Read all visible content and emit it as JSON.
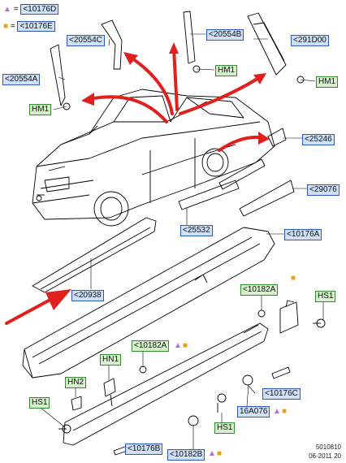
{
  "legend": [
    {
      "symbol": "▲",
      "equals": "=",
      "code": "<10176D"
    },
    {
      "symbol": "■",
      "equals": "=",
      "code": "<10176E"
    }
  ],
  "labels": {
    "p20554C": "<20554C",
    "p20554B": "<20554B",
    "p291D00": "<291D00",
    "p20554A": "<20554A",
    "hm1_a": "HM1",
    "hm1_b": "HM1",
    "hm1_c": "HM1",
    "p25246": "<25246",
    "p29076": "<29076",
    "p25532": "<25532",
    "p10176A": "<10176A",
    "p20938": "<20938",
    "p10182A_top": "<10182A",
    "hs1_a": "HS1",
    "p10182A_mid": "<10182A",
    "hn1": "HN1",
    "hn2": "HN2",
    "hs1_b": "HS1",
    "p10176C": "<10176C",
    "p16A076": "16A076",
    "hs1_c": "HS1",
    "p10176B": "<10176B",
    "p10182B": "<10182B"
  },
  "symbols": {
    "tri": "▲",
    "sq": "■"
  },
  "footer": {
    "code": "5010810",
    "date": "06-2011 20"
  },
  "colors": {
    "label_blue_bg": "#cfe0f7",
    "label_blue_border": "#2a58c8",
    "label_green_bg": "#d7f0cc",
    "label_green_border": "#2e8b2e",
    "arrow_red": "#e0201c",
    "triangle": "#b070d8",
    "square": "#e8a11a"
  }
}
